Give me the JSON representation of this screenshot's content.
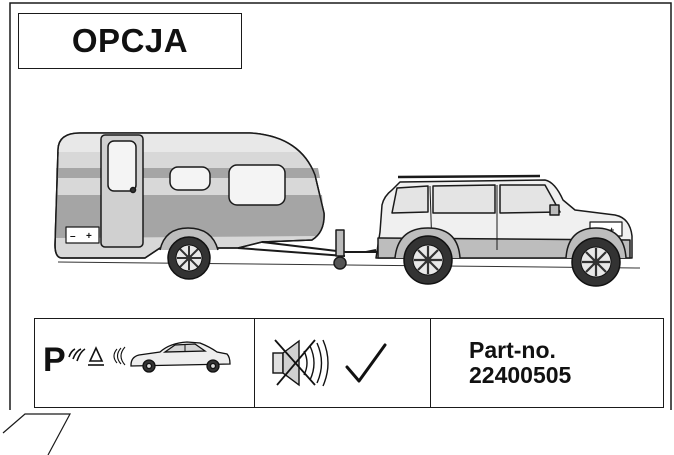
{
  "header": {
    "option_label": "OPCJA"
  },
  "parking_sensor": {
    "letter": "P"
  },
  "part": {
    "label": "Part-no.",
    "number": "22400505"
  }
}
